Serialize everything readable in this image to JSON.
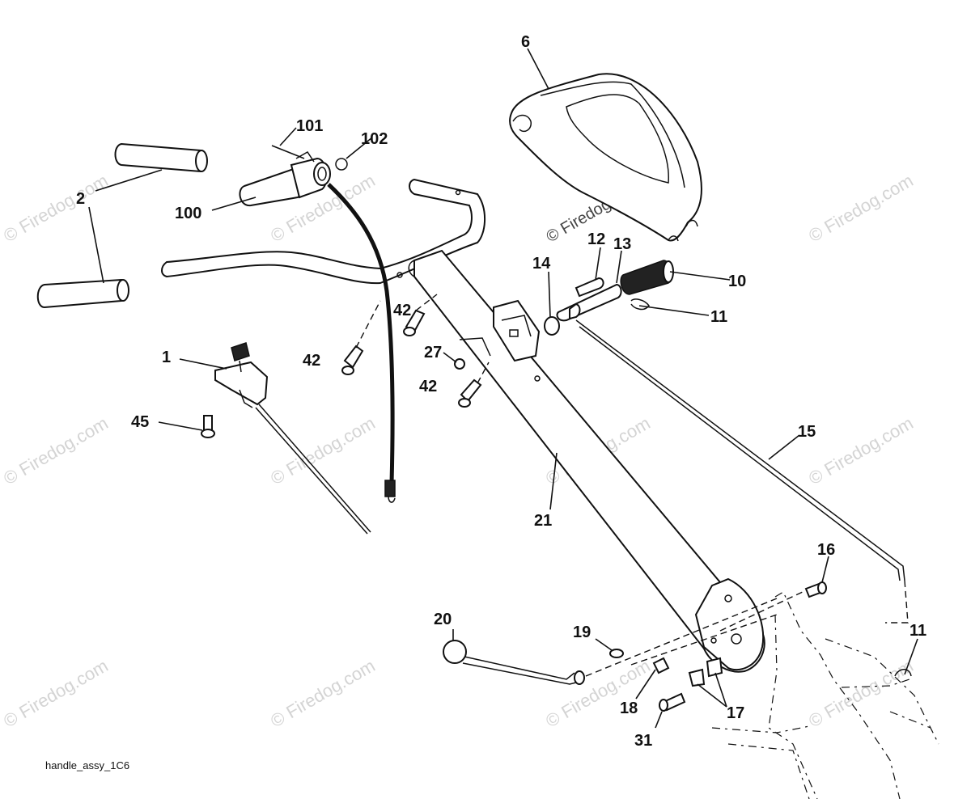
{
  "watermark": "© Firedog.com",
  "caption": "handle_assy_1C6",
  "callouts": {
    "c1": "1",
    "c2": "2",
    "c6": "6",
    "c10": "10",
    "c11a": "11",
    "c11b": "11",
    "c12": "12",
    "c13": "13",
    "c14": "14",
    "c15": "15",
    "c16": "16",
    "c17": "17",
    "c18": "18",
    "c19": "19",
    "c20": "20",
    "c21": "21",
    "c27": "27",
    "c31": "31",
    "c42a": "42",
    "c42b": "42",
    "c42c": "42",
    "c45": "45",
    "c100": "100",
    "c101": "101",
    "c102": "102"
  }
}
